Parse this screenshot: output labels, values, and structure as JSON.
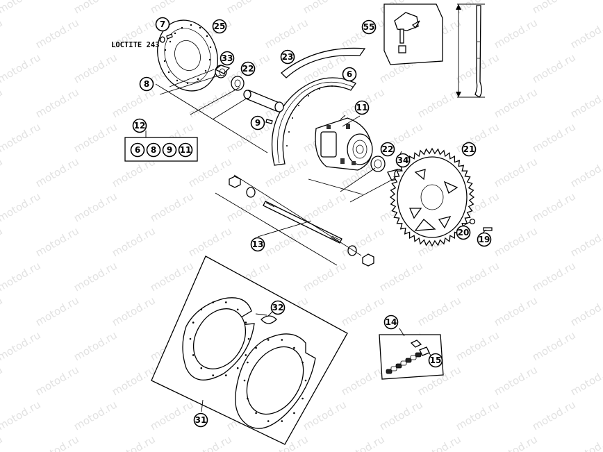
{
  "watermark": "motod.ru",
  "loctite_label": "LOCTITE 243",
  "callouts": {
    "c7": "7",
    "c25": "25",
    "c23": "23",
    "c55": "55",
    "c33": "33",
    "c22a": "22",
    "c8": "8",
    "c6": "6",
    "c11": "11",
    "c9": "9",
    "c12": "12",
    "g6": "6",
    "g8": "8",
    "g9": "9",
    "g11": "11",
    "c22b": "22",
    "c34": "34",
    "c21": "21",
    "c20": "20",
    "c19": "19",
    "c13": "13",
    "c32": "32",
    "c14": "14",
    "c15": "15",
    "c31": "31"
  }
}
